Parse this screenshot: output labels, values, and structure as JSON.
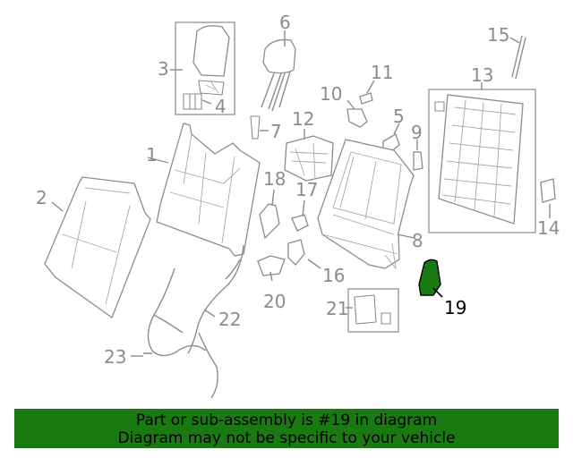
{
  "diagram": {
    "callouts": [
      {
        "id": "1",
        "label": "1"
      },
      {
        "id": "2",
        "label": "2"
      },
      {
        "id": "3",
        "label": "3"
      },
      {
        "id": "4",
        "label": "4"
      },
      {
        "id": "5",
        "label": "5"
      },
      {
        "id": "6",
        "label": "6"
      },
      {
        "id": "7",
        "label": "7"
      },
      {
        "id": "8",
        "label": "8"
      },
      {
        "id": "9",
        "label": "9"
      },
      {
        "id": "10",
        "label": "10"
      },
      {
        "id": "11",
        "label": "11"
      },
      {
        "id": "12",
        "label": "12"
      },
      {
        "id": "13",
        "label": "13"
      },
      {
        "id": "14",
        "label": "14"
      },
      {
        "id": "15",
        "label": "15"
      },
      {
        "id": "16",
        "label": "16"
      },
      {
        "id": "17",
        "label": "17"
      },
      {
        "id": "18",
        "label": "18"
      },
      {
        "id": "19",
        "label": "19"
      },
      {
        "id": "20",
        "label": "20"
      },
      {
        "id": "21",
        "label": "21"
      },
      {
        "id": "22",
        "label": "22"
      },
      {
        "id": "23",
        "label": "23"
      }
    ],
    "highlighted_part": "19",
    "highlight_color": "#1a7a12",
    "line_color": "#8c8c8c"
  },
  "banner": {
    "line1": "Part or sub-assembly is #19 in diagram",
    "line2": "Diagram may not be specific to your vehicle",
    "background": "#1a7a12"
  }
}
